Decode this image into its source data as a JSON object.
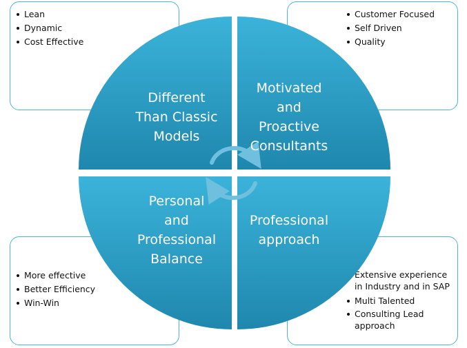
{
  "quadrants": {
    "top_left": "Different\nThan Classic\nModels",
    "top_right": "Motivated\nand\nProactive\nConsultants",
    "bottom_left": "Personal\nand\nProfessional\nBalance",
    "bottom_right": "Professional\napproach"
  },
  "boxes": {
    "top_left": [
      "Lean",
      "Dynamic",
      "Cost Effective"
    ],
    "top_right": [
      "Customer Focused",
      "Self Driven",
      "Quality"
    ],
    "bottom_left": [
      "More effective",
      "Better Efficiency",
      "Win-Win"
    ],
    "bottom_right": [
      "Extensive experience in Industry and in SAP",
      "Multi Talented",
      "Consulting Lead approach"
    ]
  },
  "colors": {
    "quadrant_fill": "#2c9fc6",
    "box_border": "#4bb3d8",
    "arrow": "#6fc0de"
  },
  "icons": {
    "center": "circular-arrows-icon"
  }
}
